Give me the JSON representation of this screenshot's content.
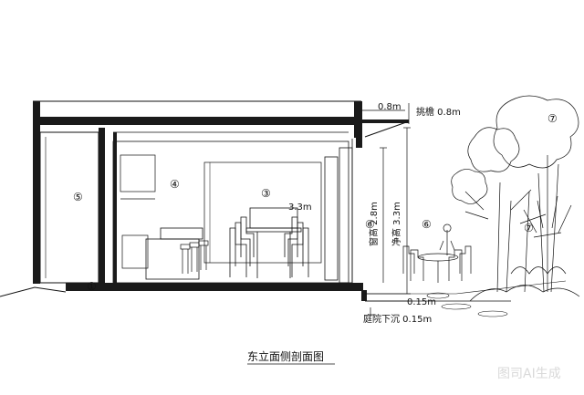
{
  "title": "东立面侧剖面图",
  "rooms": {
    "r1": "①",
    "r3": "③",
    "r4": "④",
    "r5": "⑤",
    "r6a": "⑥",
    "r6b": "⑥",
    "r7a": "⑦",
    "r7b": "⑦"
  },
  "dimensions": {
    "overhang_top": "0.8m",
    "overhang_label": "挑檐 0.8m",
    "interior_height": "3.3m",
    "window_height": "窗高 2.8m",
    "clear_height": "净高 3.3m",
    "step": "0.15m",
    "courtyard_drop": "庭院下沉 0.15m"
  },
  "watermark": "图司AI生成",
  "colors": {
    "line": "#111111",
    "wall": "#1a1a1a",
    "background": "#ffffff"
  }
}
